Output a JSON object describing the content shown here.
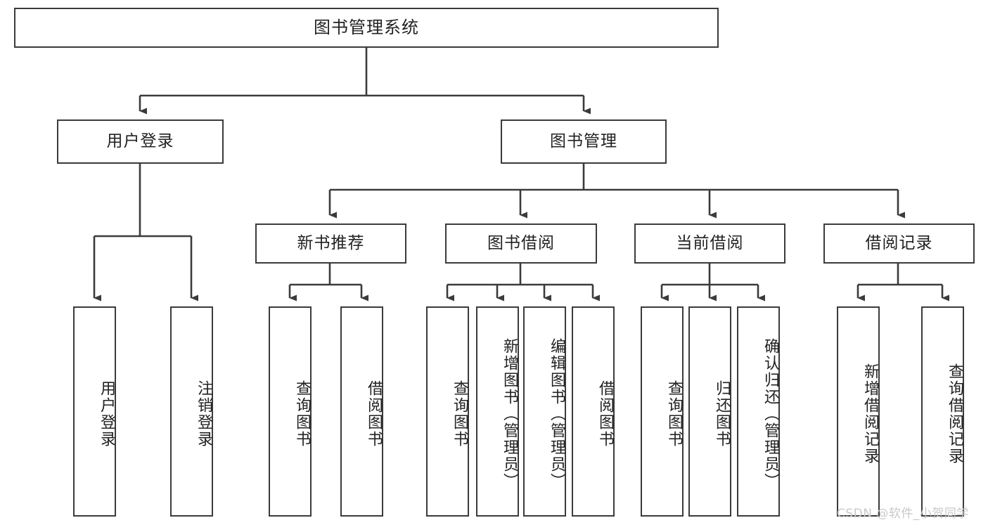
{
  "diagram": {
    "title": "图书管理系统",
    "type": "tree-hierarchy-chart",
    "watermark": "CSDN @软件_小贺同学",
    "colors": {
      "box_border": "#3b3b3b",
      "box_fill": "#ffffff",
      "edge": "#3b3b3b",
      "text": "#222222",
      "watermark": "#c9c9c9",
      "background": "#ffffff"
    },
    "root": {
      "label": "图书管理系统"
    },
    "level1": [
      {
        "id": "user-login",
        "label": "用户登录"
      },
      {
        "id": "book-manage",
        "label": "图书管理"
      }
    ],
    "level2": [
      {
        "id": "new-book-rec",
        "label": "新书推荐",
        "parent": "book-manage"
      },
      {
        "id": "book-borrow",
        "label": "图书借阅",
        "parent": "book-manage"
      },
      {
        "id": "current-borrow",
        "label": "当前借阅",
        "parent": "book-manage"
      },
      {
        "id": "borrow-record",
        "label": "借阅记录",
        "parent": "book-manage"
      }
    ],
    "leaves": [
      {
        "id": "leaf-user-login",
        "label": "用户登录",
        "parent": "user-login"
      },
      {
        "id": "leaf-logout",
        "label": "注销登录",
        "parent": "user-login"
      },
      {
        "id": "leaf-query-book-1",
        "label": "查询图书",
        "parent": "new-book-rec"
      },
      {
        "id": "leaf-borrow-book-1",
        "label": "借阅图书",
        "parent": "new-book-rec"
      },
      {
        "id": "leaf-query-book-2",
        "label": "查询图书",
        "parent": "book-borrow"
      },
      {
        "id": "leaf-add-book",
        "label": "新增图书（管理员）",
        "parent": "book-borrow"
      },
      {
        "id": "leaf-edit-book",
        "label": "编辑图书（管理员）",
        "parent": "book-borrow"
      },
      {
        "id": "leaf-borrow-book-2",
        "label": "借阅图书",
        "parent": "book-borrow"
      },
      {
        "id": "leaf-query-book-3",
        "label": "查询图书",
        "parent": "current-borrow"
      },
      {
        "id": "leaf-return-book",
        "label": "归还图书",
        "parent": "current-borrow"
      },
      {
        "id": "leaf-confirm-return",
        "label": "确认归还（管理员）",
        "parent": "current-borrow"
      },
      {
        "id": "leaf-add-record",
        "label": "新增借阅记录",
        "parent": "borrow-record"
      },
      {
        "id": "leaf-query-record",
        "label": "查询借阅记录",
        "parent": "borrow-record"
      }
    ]
  }
}
